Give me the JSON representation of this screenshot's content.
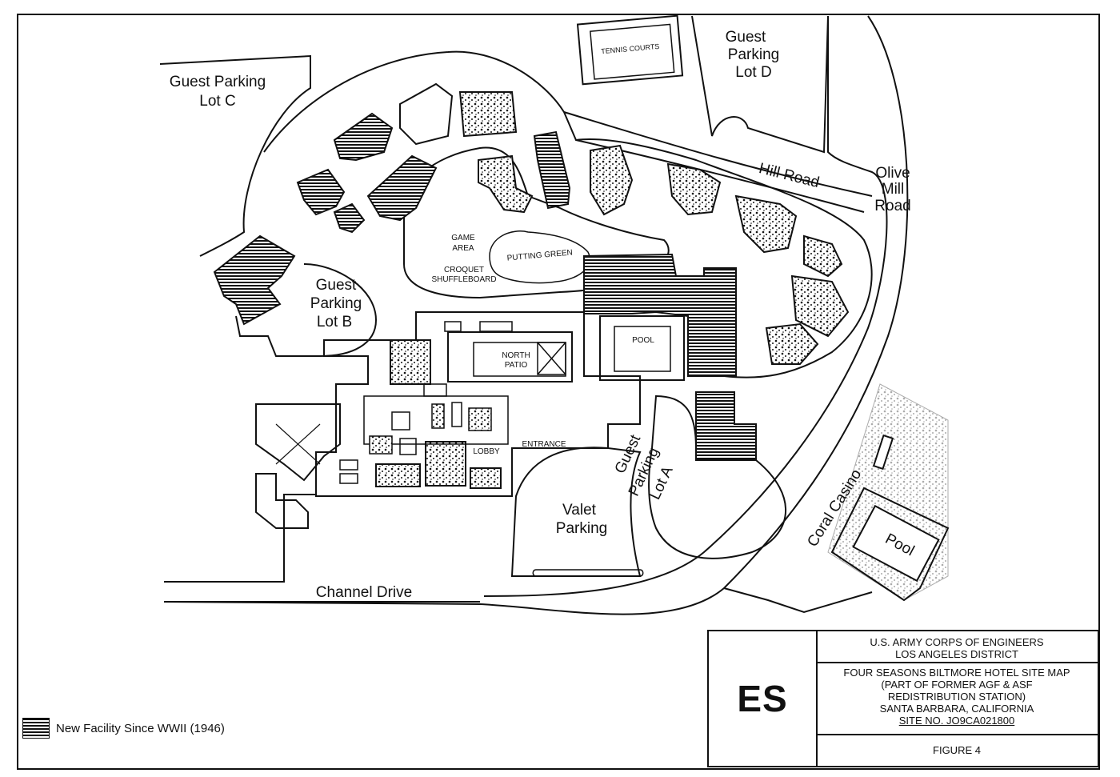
{
  "labels": {
    "guest_parking_c": [
      "Guest Parking",
      "Lot C"
    ],
    "guest_parking_d": [
      "Guest",
      "Parking",
      "Lot D"
    ],
    "guest_parking_b": [
      "Guest",
      "Parking",
      "Lot B"
    ],
    "guest_parking_a": [
      "Guest",
      "Parking",
      "Lot A"
    ],
    "tennis_courts": "TENNIS COURTS",
    "hill_road": "Hill Road",
    "olive_mill_road": [
      "Olive",
      "Mill",
      "Road"
    ],
    "game_area": [
      "GAME",
      "AREA"
    ],
    "putting_green": "PUTTING GREEN",
    "croquet": [
      "CROQUET",
      "SHUFFLEBOARD"
    ],
    "pool_main": "POOL",
    "north_patio": [
      "NORTH",
      "PATIO"
    ],
    "lobby": "LOBBY",
    "entrance": "ENTRANCE",
    "valet_parking": [
      "Valet",
      "Parking"
    ],
    "channel_drive": "Channel Drive",
    "coral_casino": "Coral Casino",
    "pool_casino": "Pool"
  },
  "title_block": {
    "logo": "ES",
    "agency": [
      "U.S. ARMY CORPS OF ENGINEERS",
      "LOS ANGELES DISTRICT"
    ],
    "description": [
      "FOUR SEASONS BILTMORE HOTEL SITE MAP",
      "(PART OF FORMER AGF & ASF",
      "REDISTRIBUTION STATION)",
      "SANTA BARBARA, CALIFORNIA",
      "SITE NO. JO9CA021800"
    ],
    "figure": "FIGURE 4"
  },
  "legend": {
    "label": "New Facility Since WWII (1946)"
  },
  "colors": {
    "ink": "#111111",
    "paper": "#ffffff"
  }
}
